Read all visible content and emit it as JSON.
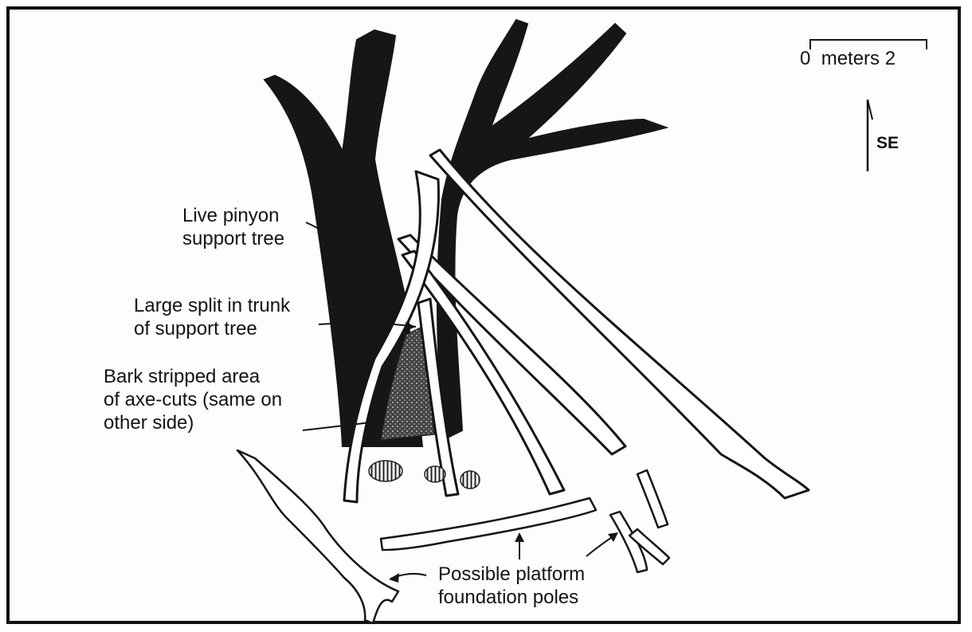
{
  "scale_bar": {
    "min_label": "0",
    "unit_label": "meters",
    "max_label": "2"
  },
  "north_arrow": {
    "direction_label": "SE"
  },
  "annotations": {
    "support_tree": "Live pinyon\nsupport tree",
    "trunk_split": "Large split in trunk\nof support tree",
    "bark_stripped": "Bark stripped area\nof axe-cuts (same on\nother side)",
    "foundation_poles": "Possible platform\nfoundation poles"
  },
  "colors": {
    "ink": "#141414",
    "paper": "#fdfdfc"
  }
}
